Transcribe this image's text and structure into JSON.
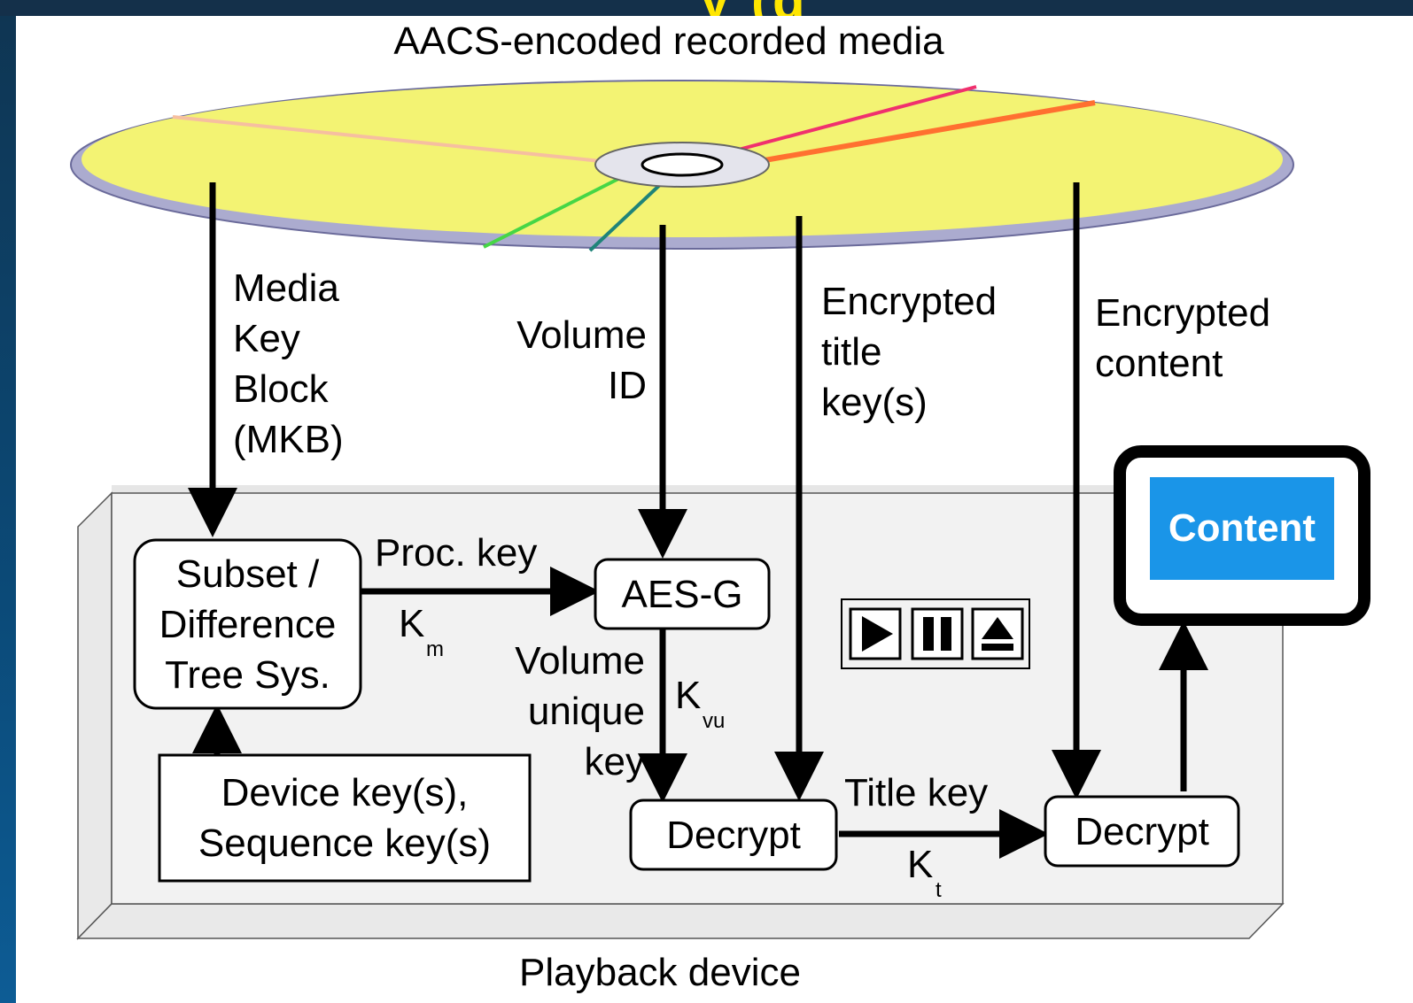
{
  "header": {
    "partial_title": "y (d"
  },
  "media": {
    "title": "AACS-encoded recorded media"
  },
  "flows": {
    "mkb": [
      "Media",
      "Key",
      "Block",
      "(MKB)"
    ],
    "volume_id": [
      "Volume",
      "ID"
    ],
    "encrypted_title_keys": [
      "Encrypted",
      "title",
      "key(s)"
    ],
    "encrypted_content": [
      "Encrypted",
      "content"
    ]
  },
  "device": {
    "label": "Playback device",
    "subset_box": [
      "Subset /",
      "Difference",
      "Tree Sys."
    ],
    "device_keys_box": [
      "Device key(s),",
      "Sequence key(s)"
    ],
    "aes_box": "AES-G",
    "decrypt1": "Decrypt",
    "decrypt2": "Decrypt",
    "content_screen": "Content",
    "proc_key": {
      "label": "Proc. key",
      "symbol": "K",
      "sub": "m"
    },
    "volume_unique_key": {
      "label": [
        "Volume",
        "unique",
        "key"
      ],
      "symbol": "K",
      "sub": "vu"
    },
    "title_key": {
      "label": "Title key",
      "symbol": "K",
      "sub": "t"
    },
    "media_controls": [
      "play-icon",
      "pause-icon",
      "eject-icon"
    ]
  },
  "colors": {
    "disc": "#f3f373",
    "disc_rim": "#ababcf",
    "screen": "#1a95e8",
    "ray_peach": "#f6bfa0",
    "ray_green": "#46d646",
    "ray_teal": "#1f8479",
    "ray_pink": "#f0306e",
    "ray_orange": "#ff7030"
  }
}
